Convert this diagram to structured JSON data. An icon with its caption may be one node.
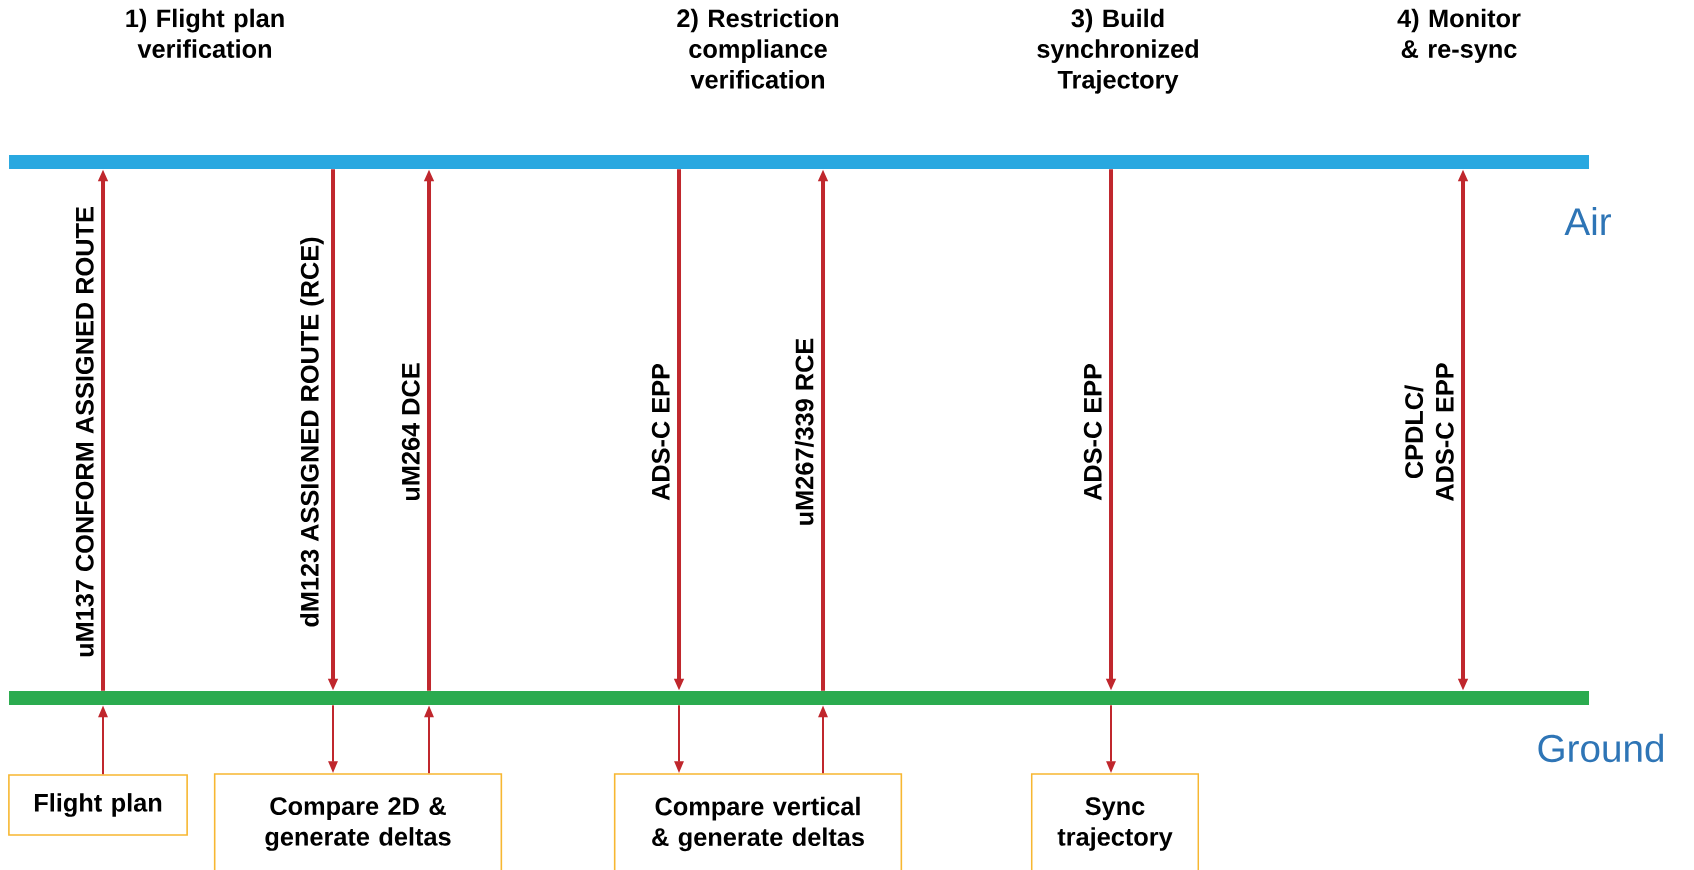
{
  "diagram": {
    "nodes": [
      {
        "text": [],
        "shape": "bar",
        "beside": [
          "Air"
        ]
      },
      {
        "text": [],
        "shape": "bar",
        "beside": [
          "Ground"
        ]
      },
      {
        "text": [
          "Flight plan"
        ]
      },
      {
        "text": [
          "Compare 2D & generate deltas"
        ]
      },
      {
        "text": [
          "Compare vertical & generate deltas"
        ]
      },
      {
        "text": [
          "Sync trajectory"
        ]
      }
    ],
    "edges": [
      {
        "from": 1,
        "to": 0,
        "arrow": "to",
        "label": "uM137 CONFORM ASSIGNED ROUTE"
      },
      {
        "from": 0,
        "to": 1,
        "arrow": "to",
        "label": "dM123 ASSIGNED ROUTE (RCE)"
      },
      {
        "from": 1,
        "to": 0,
        "arrow": "to",
        "label": "uM264 DCE"
      },
      {
        "from": 0,
        "to": 1,
        "arrow": "to",
        "label": "ADS-C EPP"
      },
      {
        "from": 1,
        "to": 0,
        "arrow": "to",
        "label": "uM267/339 RCE"
      },
      {
        "from": 0,
        "to": 1,
        "arrow": "to",
        "label": "ADS-C EPP"
      },
      {
        "from": 0,
        "to": 1,
        "arrow": "both",
        "label": "CPDLC/ ADS-C EPP"
      },
      {
        "from": 2,
        "to": 1,
        "arrow": "to"
      },
      {
        "from": 1,
        "to": 3,
        "arrow": "to"
      },
      {
        "from": 3,
        "to": 1,
        "arrow": "to"
      },
      {
        "from": 1,
        "to": 4,
        "arrow": "to"
      },
      {
        "from": 4,
        "to": 1,
        "arrow": "to"
      },
      {
        "from": 1,
        "to": 5,
        "arrow": "to"
      }
    ],
    "labels": [
      "1) Flight plan verification",
      "2) Restriction compliance verification",
      "3) Build synchronized Trajectory",
      "4) Monitor & re-sync"
    ]
  }
}
